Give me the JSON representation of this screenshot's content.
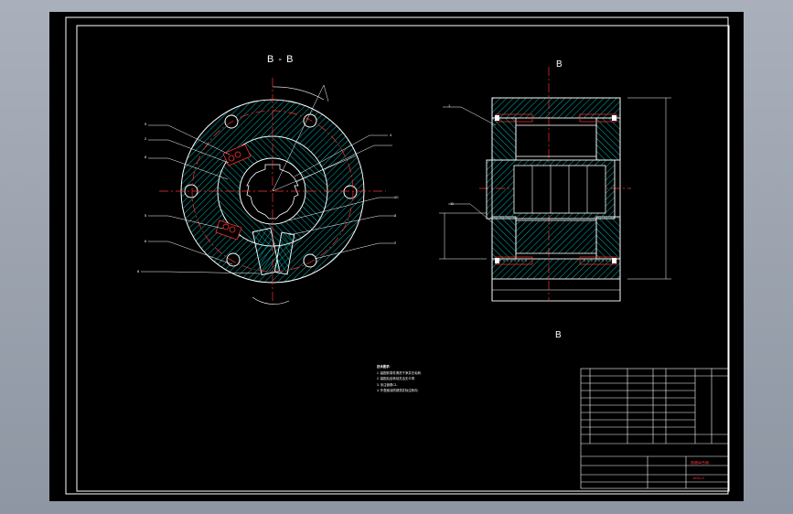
{
  "view_labels": {
    "section": "B - B",
    "side_top": "B",
    "side_bottom": "B"
  },
  "notes": {
    "heading": "技术要求:",
    "lines": [
      "1. 装配前零件清洗干净并去毛刺.",
      "2. 装配后应转动灵活无卡滞.",
      "3. 未注倒角C1.",
      "4. 外表面涂防锈漆并标注转向."
    ]
  },
  "title_block": {
    "drawing_name": "超越离合器",
    "drawing_code": "JX01-0"
  },
  "colors": {
    "background": "#000000",
    "outline": "#ffffff",
    "hatch": "#00c8c8",
    "centerline": "#ff3030",
    "dimension": "#ffffff",
    "title": "#ff3b3b",
    "highlight": "#ffe34a",
    "window": "#9ca3ae"
  }
}
